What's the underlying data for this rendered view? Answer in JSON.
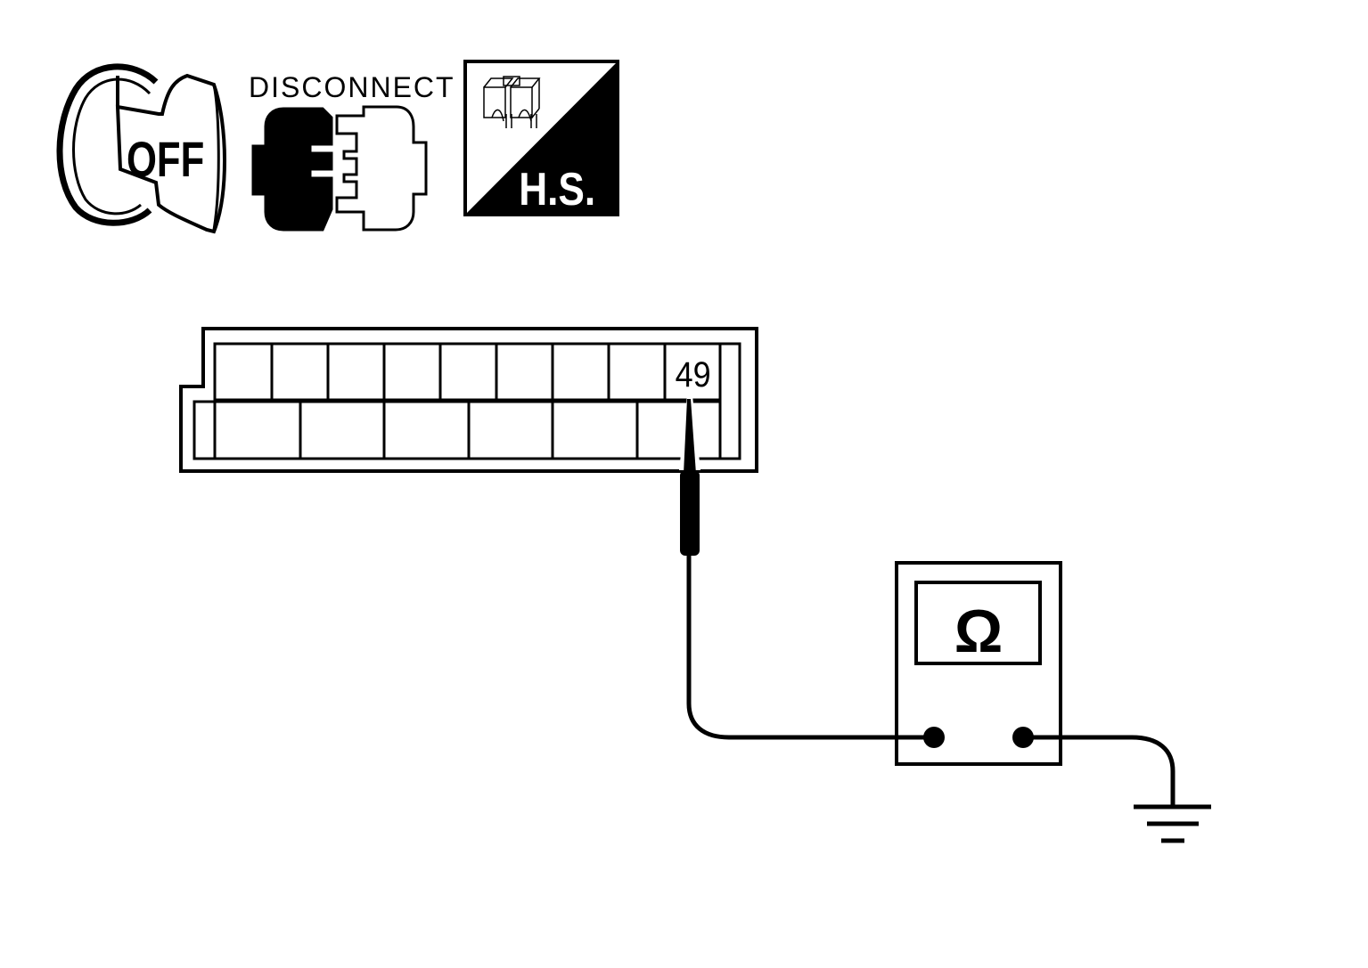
{
  "icons": {
    "ignition": {
      "icon": "ignition-key-icon",
      "label": "OFF"
    },
    "disconnect": {
      "icon": "connector-disconnect-icon",
      "label": "DISCONNECT"
    },
    "harness_side": {
      "icon": "harness-side-icon",
      "label": "H.S."
    }
  },
  "connector": {
    "terminal_label": "49"
  },
  "meter": {
    "icon": "ohmmeter-icon",
    "symbol": "Ω"
  },
  "ground": {
    "icon": "ground-icon"
  }
}
